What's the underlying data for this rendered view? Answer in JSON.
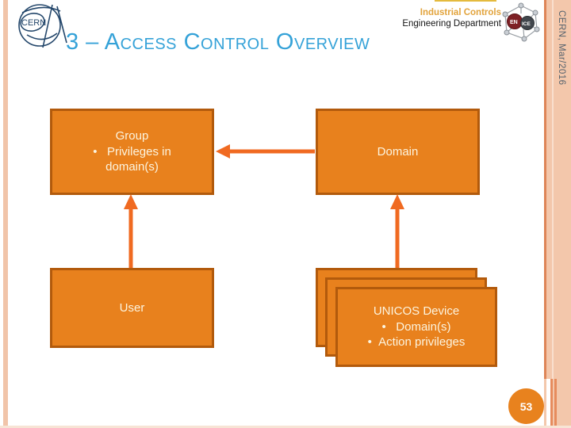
{
  "title": "3 – Access Control Overview",
  "header": {
    "dept_line1": "Industrial Controls",
    "dept_line2": "Engineering Department",
    "cern_logo_text": "CERN",
    "enice_en": "EN",
    "enice_ice": "ICE"
  },
  "sidebar": {
    "date_vertical": "CERN, Mar/2016"
  },
  "footer": {
    "page_number": "53"
  },
  "diagram": {
    "group_box": {
      "line1": "Group",
      "line2": "•   Privileges in",
      "line3": "domain(s)"
    },
    "domain_box": {
      "label": "Domain"
    },
    "user_box": {
      "label": "User"
    },
    "unicos_box": {
      "line1": "UNICOS Device",
      "line2": "•   Domain(s)",
      "line3": "•  Action privileges"
    },
    "arrows": [
      {
        "name": "domain-to-group",
        "direction": "left"
      },
      {
        "name": "user-to-group",
        "direction": "up"
      },
      {
        "name": "unicos-to-domain",
        "direction": "up"
      }
    ]
  },
  "colors": {
    "box_fill": "#E8811D",
    "box_border": "#B25A0C",
    "box_text": "#FCF4DF",
    "arrow": "#F06A21",
    "title_blue": "#35A2D8",
    "dept_gold": "#E2A33B",
    "peach_band": "#F3C7AB",
    "band_rule": "#DE8558",
    "page_circle": "#E8821E",
    "cern_navy": "#24476B"
  }
}
